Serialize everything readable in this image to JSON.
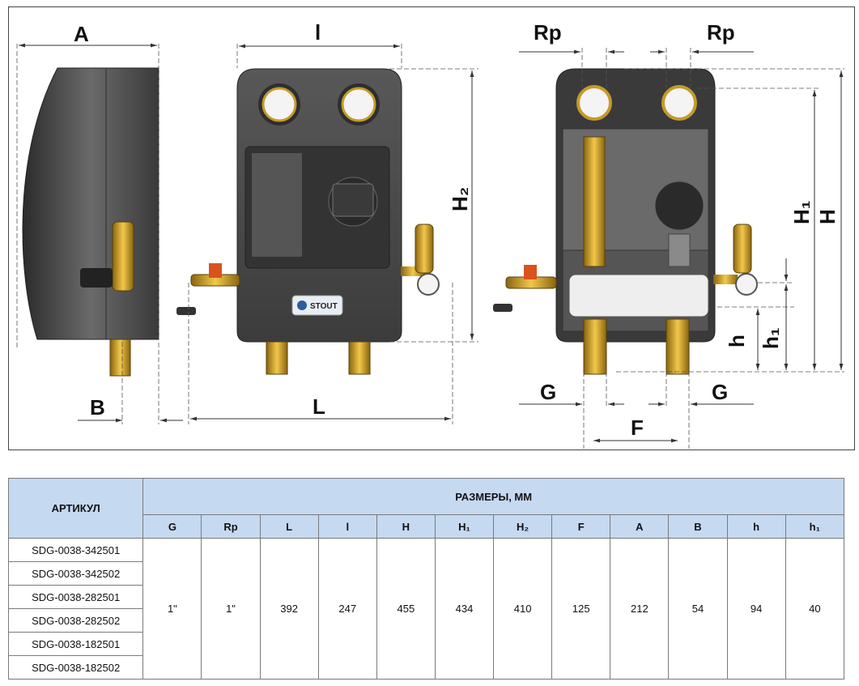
{
  "labels": {
    "A": "A",
    "l": "l",
    "Rp_left": "Rp",
    "Rp_right": "Rp",
    "H2": "H₂",
    "H1": "H₁",
    "H": "H",
    "B": "B",
    "L": "L",
    "G_left": "G",
    "G_right": "G",
    "F": "F",
    "h": "h",
    "h1": "h₁",
    "brand": "STOUT"
  },
  "colors": {
    "body": "#4a4a4a",
    "brass": "#d9a72a",
    "header_bg": "#c5d9f1"
  },
  "table": {
    "article_header": "АРТИКУЛ",
    "group_header": "РАЗМЕРЫ, ММ",
    "columns": [
      "G",
      "Rp",
      "L",
      "l",
      "H",
      "H₁",
      "H₂",
      "F",
      "A",
      "B",
      "h",
      "h₁"
    ],
    "articles": [
      "SDG-0038-342501",
      "SDG-0038-342502",
      "SDG-0038-282501",
      "SDG-0038-282502",
      "SDG-0038-182501",
      "SDG-0038-182502"
    ],
    "values": [
      "1\"",
      "1\"",
      "392",
      "247",
      "455",
      "434",
      "410",
      "125",
      "212",
      "54",
      "94",
      "40"
    ]
  }
}
